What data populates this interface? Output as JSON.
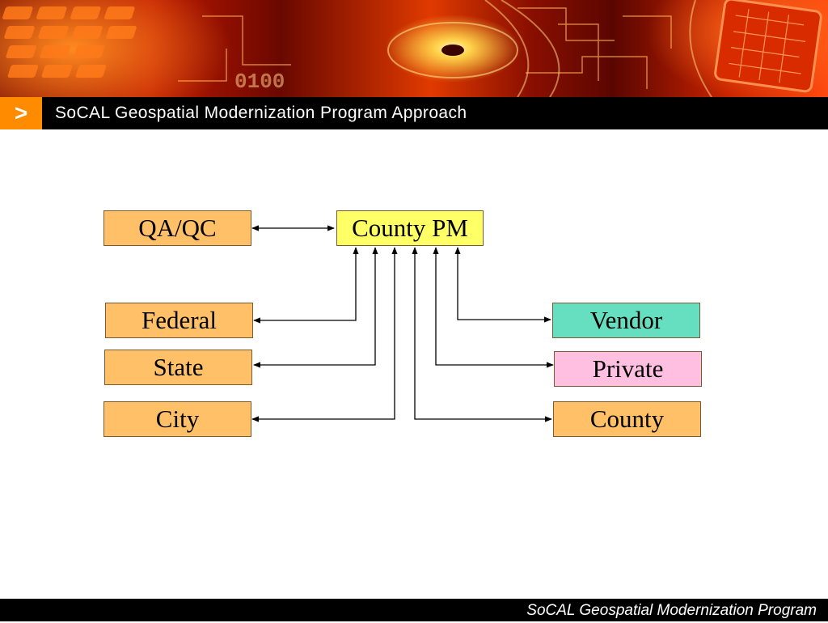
{
  "header": {
    "chevron": ">",
    "title": "SoCAL Geospatial Modernization Program Approach"
  },
  "diagram": {
    "center": "County PM",
    "qa": "QA/QC",
    "left": [
      "Federal",
      "State",
      "City"
    ],
    "right": [
      "Vendor",
      "Private",
      "County"
    ]
  },
  "colors": {
    "orange_box": "#ffc067",
    "yellow_box": "#ffff66",
    "green_box": "#66dfc0",
    "pink_box": "#ffbfe0",
    "accent": "#ff8c00"
  },
  "icons": {
    "chevron": "chevron-right-icon",
    "banner": "circuit-banner-image"
  },
  "footer": {
    "text": "SoCAL Geospatial Modernization Program"
  }
}
